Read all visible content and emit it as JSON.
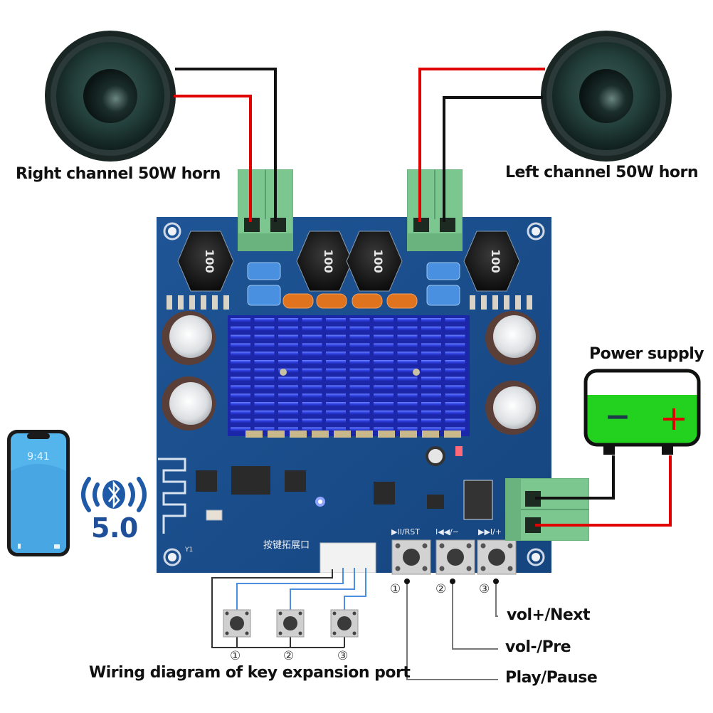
{
  "speakers": {
    "right": {
      "label": "Right channel 50W horn"
    },
    "left": {
      "label": "Left channel 50W horn"
    }
  },
  "power_supply": {
    "label": "Power supply",
    "negative_symbol": "−",
    "positive_symbol": "+"
  },
  "board": {
    "inductor_marking": "100",
    "expansion_port_label": "按键拓展口",
    "crystal_label": "Y1",
    "onboard_buttons": [
      {
        "silk": "▶II/RST"
      },
      {
        "silk": "I◀◀/−"
      },
      {
        "silk": "▶▶I/+"
      }
    ]
  },
  "phone": {
    "time": "9:41"
  },
  "bluetooth": {
    "version": "5.0"
  },
  "onboard_key_numbers": [
    "①",
    "②",
    "③"
  ],
  "key_functions": [
    {
      "number": "①",
      "label": "Play/Pause"
    },
    {
      "number": "②",
      "label": "vol-/Pre"
    },
    {
      "number": "③",
      "label": "vol+/Next"
    }
  ],
  "expansion": {
    "title": "Wiring diagram of key expansion port",
    "key_numbers": [
      "①",
      "②",
      "③"
    ]
  },
  "colors": {
    "pcb": "#1d4f8f",
    "pcb_dark": "#143d73",
    "heatsink": "#2b3fd6",
    "terminal_green": "#7cc68f",
    "wire_red": "#e00000",
    "wire_black": "#111111",
    "battery_green": "#22d21f"
  }
}
